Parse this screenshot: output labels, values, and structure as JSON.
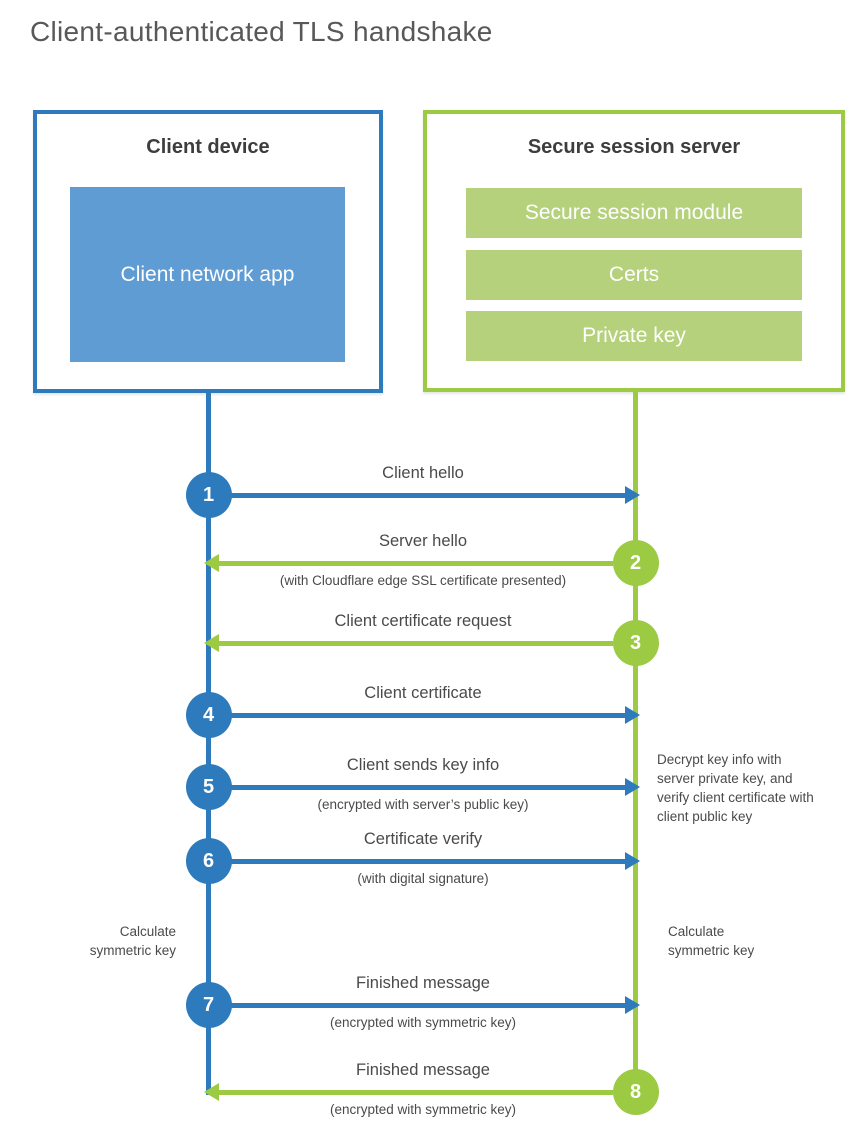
{
  "title": "Client-authenticated TLS handshake",
  "client": {
    "title": "Client device",
    "app_label": "Client network app"
  },
  "server": {
    "title": "Secure session server",
    "modules": [
      "Secure session module",
      "Certs",
      "Private key"
    ]
  },
  "steps": [
    {
      "num": "1",
      "actor": "client",
      "direction": "right",
      "label": "Client hello",
      "sublabel": ""
    },
    {
      "num": "2",
      "actor": "server",
      "direction": "left",
      "label": "Server hello",
      "sublabel": "(with Cloudflare edge SSL certificate presented)"
    },
    {
      "num": "3",
      "actor": "server",
      "direction": "left",
      "label": "Client certificate request",
      "sublabel": ""
    },
    {
      "num": "4",
      "actor": "client",
      "direction": "right",
      "label": "Client certificate",
      "sublabel": ""
    },
    {
      "num": "5",
      "actor": "client",
      "direction": "right",
      "label": "Client sends key info",
      "sublabel": "(encrypted with server’s public key)"
    },
    {
      "num": "6",
      "actor": "client",
      "direction": "right",
      "label": "Certificate verify",
      "sublabel": "(with digital signature)"
    },
    {
      "num": "7",
      "actor": "client",
      "direction": "right",
      "label": "Finished message",
      "sublabel": "(encrypted with symmetric key)"
    },
    {
      "num": "8",
      "actor": "server",
      "direction": "left",
      "label": "Finished message",
      "sublabel": "(encrypted with symmetric key)"
    }
  ],
  "annotations": {
    "server_note": "Decrypt key info with server private key, and verify client certificate with client public key",
    "client_calc": "Calculate symmetric key",
    "server_calc": "Calculate symmetric key"
  },
  "colors": {
    "client_stroke": "#2d7abc",
    "client_fill": "#5f9cd4",
    "server_stroke": "#9cca43",
    "server_fill": "#b5d17b"
  }
}
